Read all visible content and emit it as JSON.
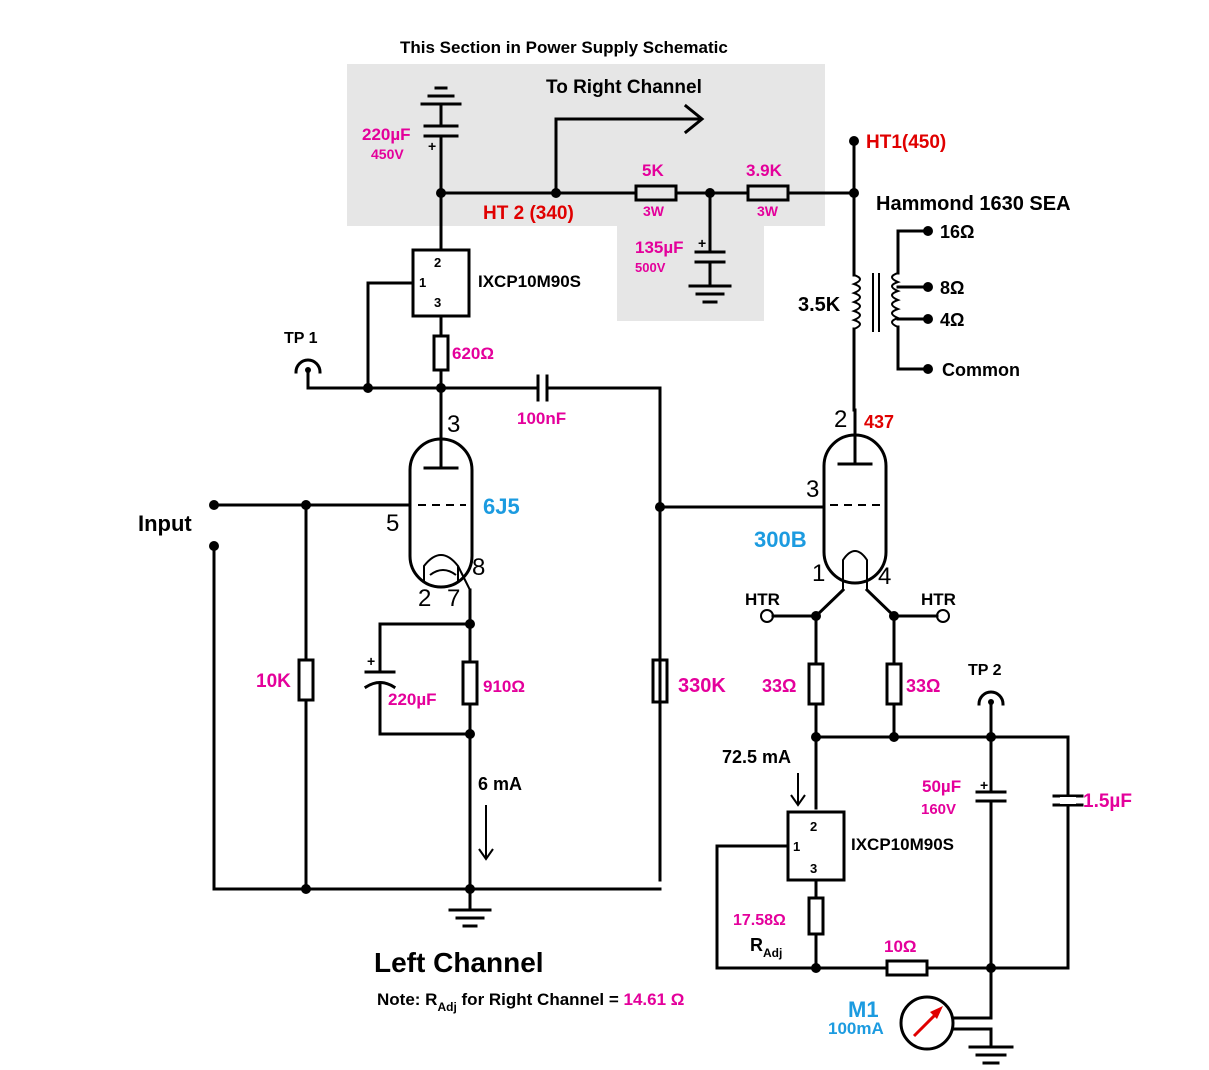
{
  "labels": {
    "ps_section_title": "This Section in Power Supply Schematic",
    "to_right_channel": "To Right Channel",
    "cap_220u_top": "220µF",
    "cap_220u_top_v": "450V",
    "ht2": "HT 2 (340)",
    "r5k": "5K",
    "r5k_w": "3W",
    "r39k": "3.9K",
    "r39k_w": "3W",
    "cap135": "135µF",
    "cap135_v": "500V",
    "ht1": "HT1(450)",
    "transformer": "Hammond 1630 SEA",
    "tap16": "16Ω",
    "tap8": "8Ω",
    "tap4": "4Ω",
    "tap_common": "Common",
    "primary": "3.5K",
    "ixcp_top": "IXCP10M90S",
    "ixcp_bot": "IXCP10M90S",
    "tp1": "TP 1",
    "tp2": "TP 2",
    "r620": "620Ω",
    "c100n": "100nF",
    "tube1": "6J5",
    "tube2": "300B",
    "input": "Input",
    "r10k": "10K",
    "c220u_cath": "220µF",
    "r910": "910Ω",
    "r330k": "330K",
    "i6ma": "6 mA",
    "i725": "72.5 mA",
    "r33a": "33Ω",
    "r33b": "33Ω",
    "htr": "HTR",
    "plate_v": "437",
    "c50u": "50µF",
    "c50u_v": "160V",
    "c15u": "1.5µF",
    "r1758": "17.58Ω",
    "radj": "R",
    "radj_sub": "Adj",
    "r10": "10Ω",
    "m1": "M1",
    "m1_range": "100mA",
    "channel": "Left Channel",
    "note_prefix": "Note:  R",
    "note_sub": "Adj",
    "note_mid": " for Right Channel = ",
    "note_val": "14.61 Ω",
    "pin_6j5_plate": "3",
    "pin_6j5_grid": "5",
    "pin_6j5_cath": "8",
    "pin_6j5_h1": "2",
    "pin_6j5_h2": "7",
    "pin_300b_plate": "2",
    "pin_300b_grid": "3",
    "pin_300b_f1": "1",
    "pin_300b_f2": "4",
    "reg1_p2": "2",
    "reg1_p1": "1",
    "reg1_p3": "3",
    "reg2_p2": "2",
    "reg2_p1": "1",
    "reg2_p3": "3",
    "cap_plus": "+"
  },
  "colors": {
    "component_values": "#e4009b",
    "voltages": "#e00000",
    "tube_names": "#1c9be0",
    "ps_section_bg": "#e6e6e6"
  }
}
